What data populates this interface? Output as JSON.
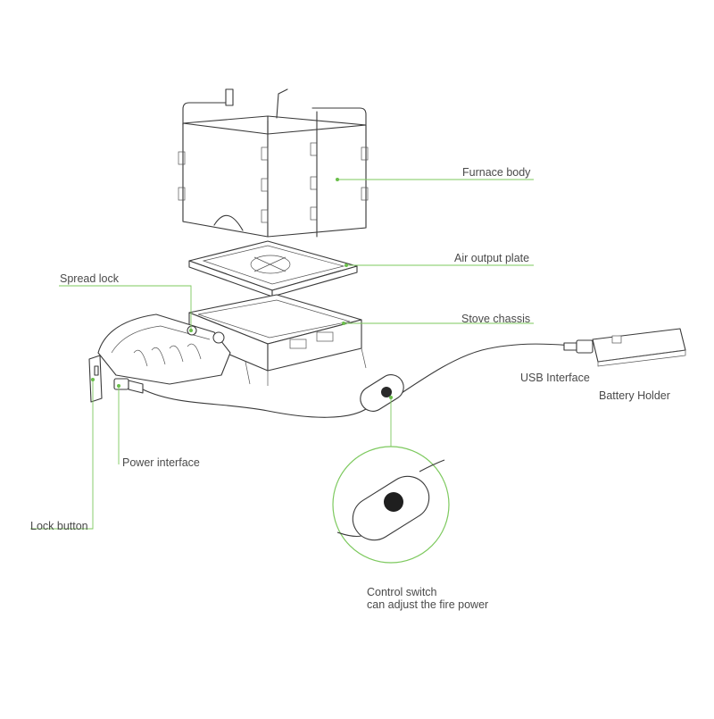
{
  "labels": {
    "furnace_body": "Furnace body",
    "air_output_plate": "Air output plate",
    "spread_lock": "Spread lock",
    "stove_chassis": "Stove chassis",
    "usb_interface": "USB Interface",
    "battery_holder": "Battery Holder",
    "power_interface": "Power interface",
    "lock_button": "Lock button",
    "control_switch_line1": "Control switch",
    "control_switch_line2": "can adjust the fire power"
  },
  "colors": {
    "accent": "#7dc95e",
    "text": "#4a4a4a",
    "outline": "#3a3a3a"
  }
}
